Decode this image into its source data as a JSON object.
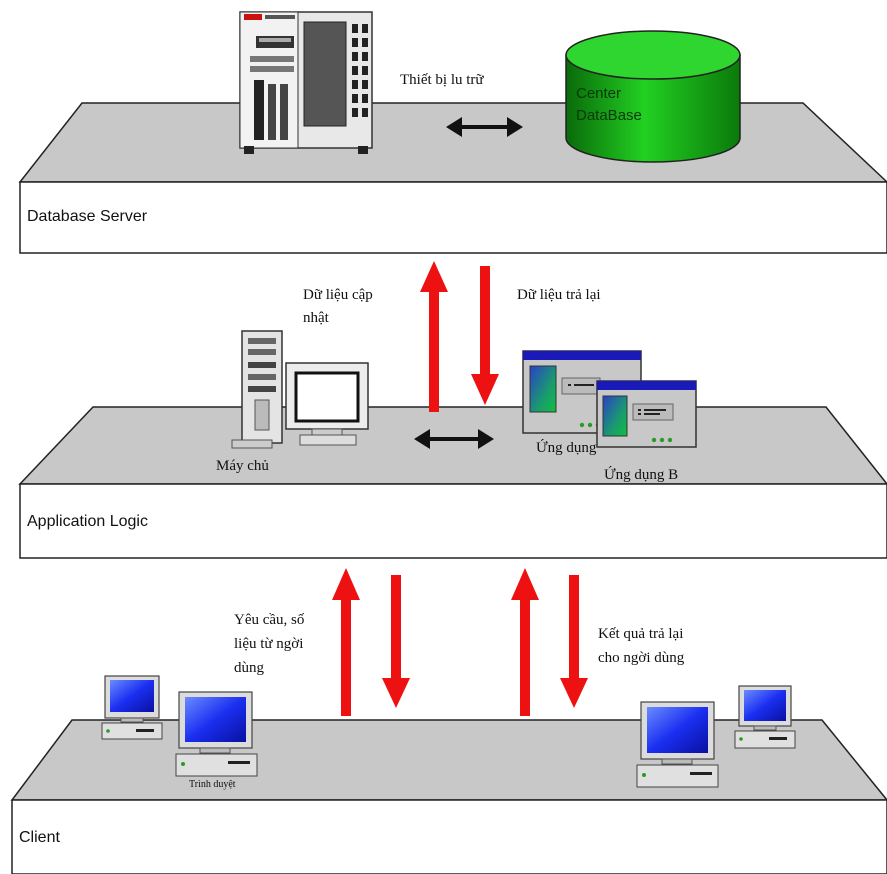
{
  "tiers": {
    "database_server": {
      "label": "Database Server"
    },
    "application_logic": {
      "label": "Application Logic"
    },
    "client": {
      "label": "Client"
    }
  },
  "database": {
    "line1": "Center",
    "line2": "DataBase"
  },
  "captions": {
    "storage_device": "Thiết bị lu trữ",
    "data_update_line1": "Dữ liệu cập",
    "data_update_line2": "nhật",
    "data_returned": "Dữ liệu trả lại",
    "server_machine": "Máy chủ",
    "app_a": "Ứng dụng",
    "app_b": "Ứng dụng B",
    "request_line1": "Yêu cầu, số",
    "request_line2": "liệu từ ngời",
    "request_line3": "dùng",
    "result_line1": "Kết quả trả lại",
    "result_line2": "cho ngời dùng",
    "browser": "Trình duyệt"
  },
  "colors": {
    "platform_top": "#c8c8c8",
    "platform_front": "#ffffff",
    "outline": "#222222",
    "arrow_red": "#ee1111",
    "arrow_black": "#111111",
    "db_green": "#1fc41f",
    "screen_blue": "#1a1aff",
    "window_title": "#1a1ab8"
  }
}
